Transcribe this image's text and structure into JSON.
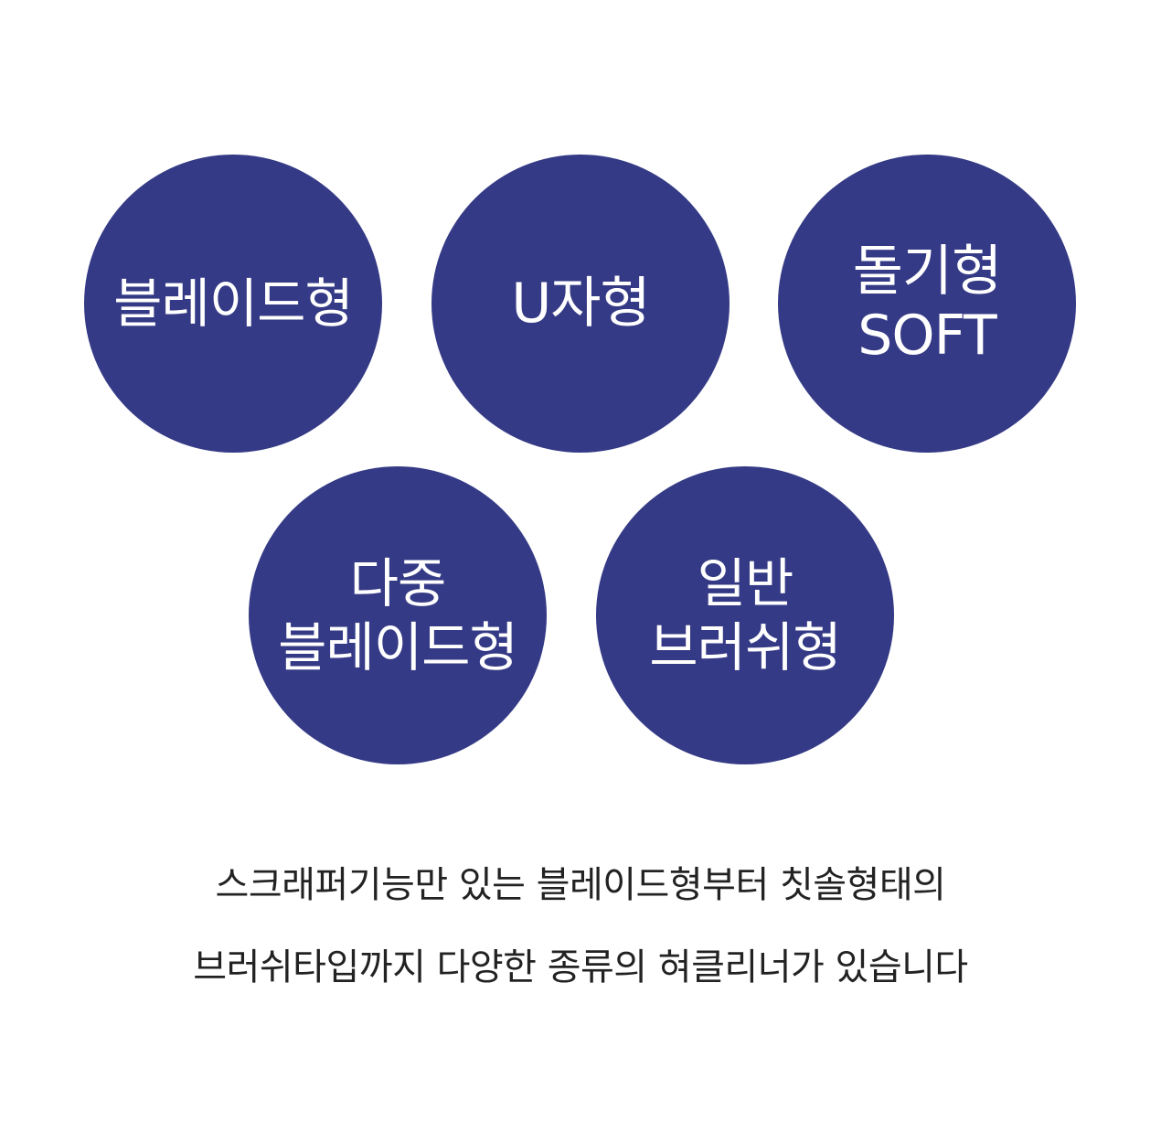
{
  "circle_color": "#343a85",
  "text_color": "#ffffff",
  "caption_color": "#222222",
  "circles": [
    {
      "lines": [
        "블레이드형"
      ]
    },
    {
      "lines": [
        "U자형"
      ]
    },
    {
      "lines": [
        "돌기형",
        "SOFT"
      ]
    },
    {
      "lines": [
        "다중",
        "블레이드형"
      ]
    },
    {
      "lines": [
        "일반",
        "브러쉬형"
      ]
    }
  ],
  "caption": {
    "line1": "스크래퍼기능만 있는 블레이드형부터 칫솔형태의",
    "line2": "브러쉬타입까지 다양한 종류의 혀클리너가 있습니다"
  }
}
